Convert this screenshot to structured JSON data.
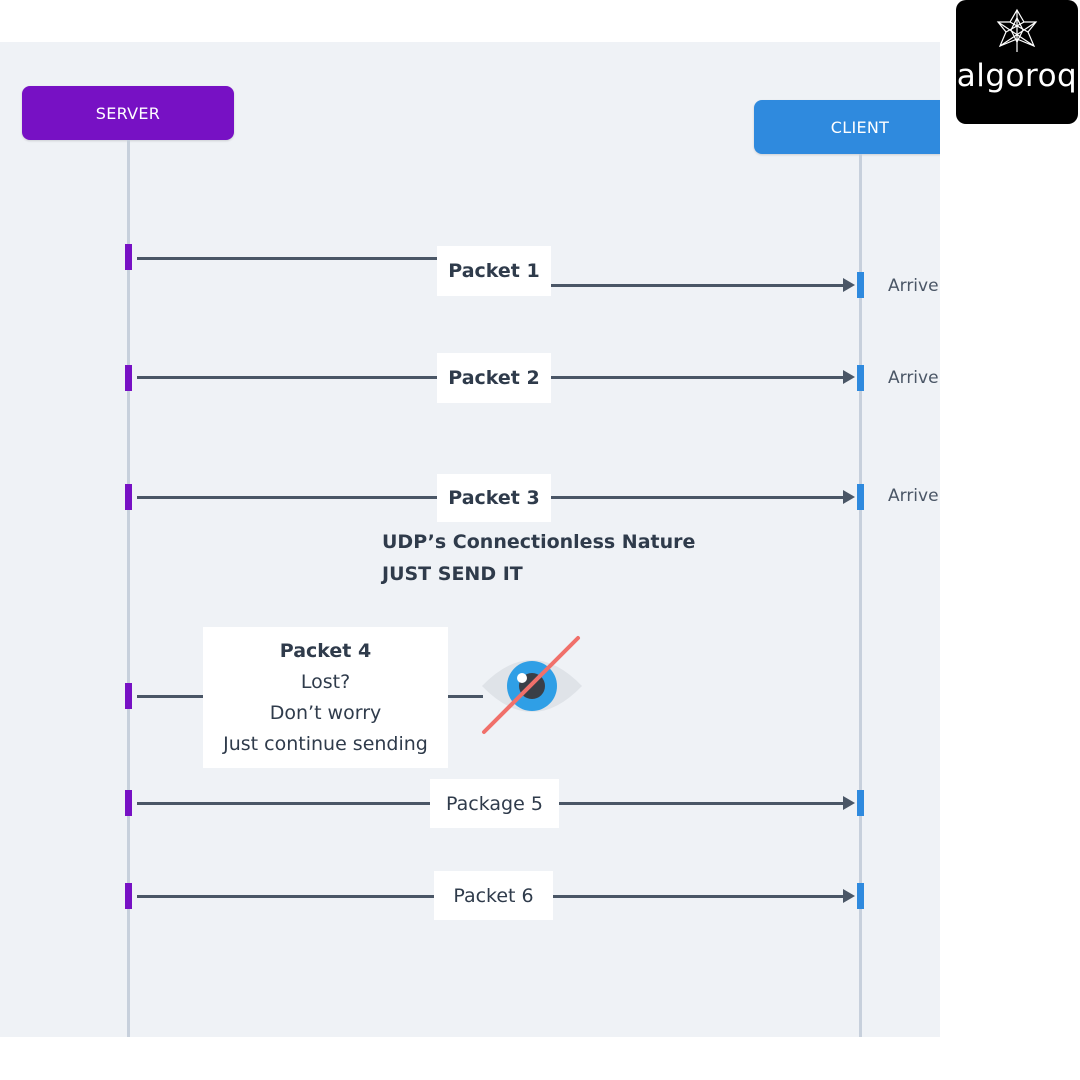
{
  "colors": {
    "server": "#7711c4",
    "client": "#2f8ade",
    "line": "#4a5666",
    "lifeline": "#c7d0dc",
    "strike": "#f0706a",
    "background": "#eff2f6"
  },
  "actors": {
    "server": "SERVER",
    "client": "CLIENT"
  },
  "messages": [
    {
      "label": "Packet 1",
      "status": "Arrive"
    },
    {
      "label": "Packet 2",
      "status": "Arrive"
    },
    {
      "label": "Packet 3",
      "status": "Arrive"
    },
    {
      "label": "Package 5"
    },
    {
      "label": "Packet 6"
    }
  ],
  "note": {
    "line1": "UDP’s Connectionless Nature",
    "line2": "JUST SEND IT"
  },
  "lost_packet": {
    "title": "Packet 4",
    "line1": "Lost?",
    "line2": "Don’t worry",
    "line3": "Just continue sending",
    "icon": "eye-slash-icon"
  },
  "logo": {
    "text": "algoroq"
  }
}
